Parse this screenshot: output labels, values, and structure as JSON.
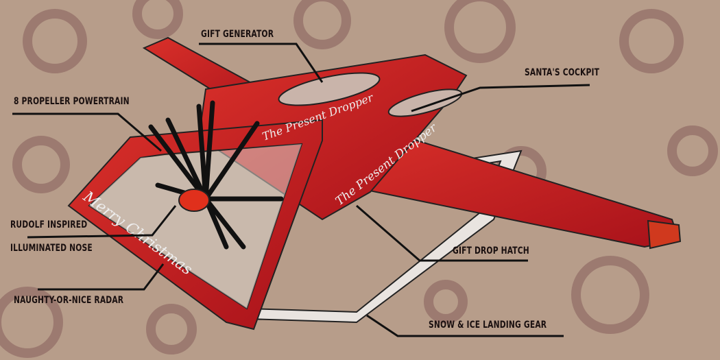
{
  "callouts": {
    "gift_generator": "GIFT GENERATOR",
    "santas_cockpit": "SANTA'S COCKPIT",
    "propeller_powertrain": "8 PROPELLER POWERTRAIN",
    "rudolf_line1": "RUDOLF INSPIRED",
    "rudolf_line2": "ILLUMINATED NOSE",
    "gift_drop_hatch": "GIFT DROP HATCH",
    "radar": "NAUGHTY-OR-NICE RADAR",
    "landing_gear": "SNOW & ICE LANDING GEAR"
  },
  "aircraft_text": {
    "wing_name_1": "The Present Dropper",
    "wing_name_2": "The Present Dropper",
    "frame_greeting": "Merry Christmas"
  },
  "colors": {
    "plane_red": "#c8191c",
    "background": "#b79d8a",
    "swirl": "#7d4f50"
  }
}
